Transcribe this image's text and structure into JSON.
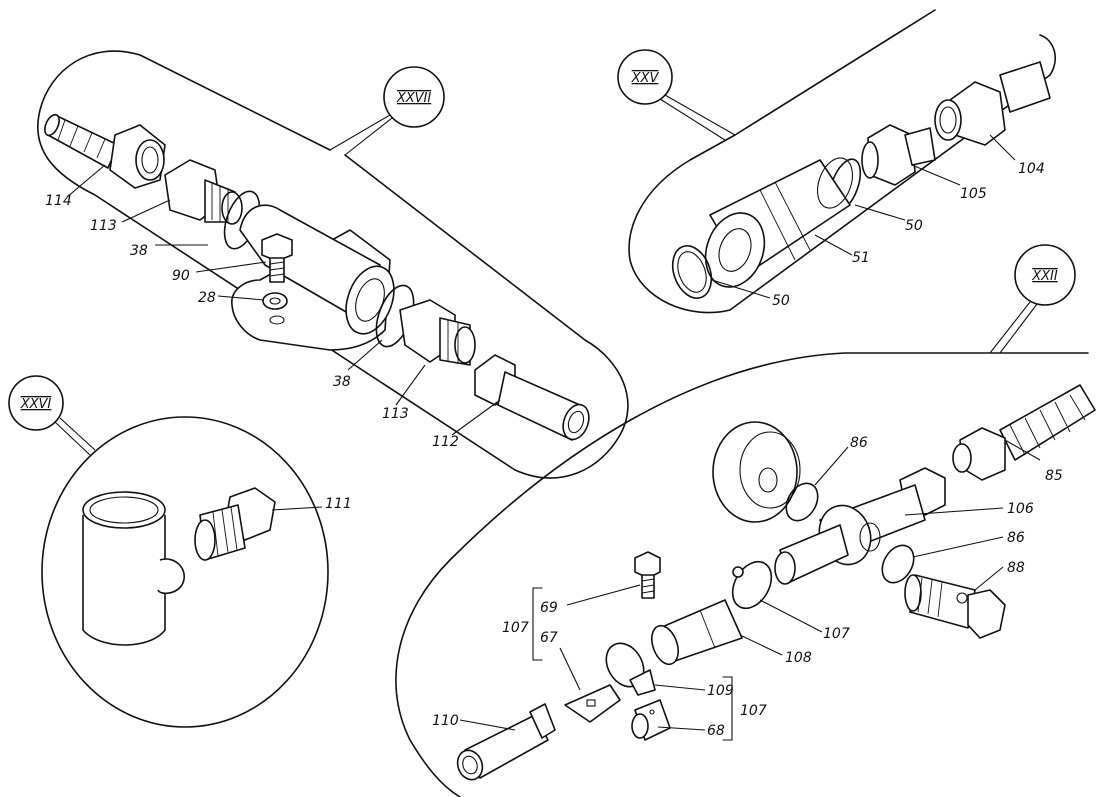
{
  "groups": {
    "xxvii": "XXVII",
    "xxv": "XXV",
    "xxvi": "XXVI",
    "xxii": "XXII"
  },
  "labels": {
    "l114": "114",
    "l113a": "113",
    "l38a": "38",
    "l90": "90",
    "l28": "28",
    "l38b": "38",
    "l113b": "113",
    "l112": "112",
    "l104": "104",
    "l105": "105",
    "l50a": "50",
    "l51": "51",
    "l50b": "50",
    "l111": "111",
    "l86a": "86",
    "l85": "85",
    "l106": "106",
    "l86b": "86",
    "l88": "88",
    "l107a": "107",
    "l69": "69",
    "l67": "67",
    "l107b": "107",
    "l108": "108",
    "l109": "109",
    "l107c": "107",
    "l110": "110",
    "l68": "68"
  }
}
